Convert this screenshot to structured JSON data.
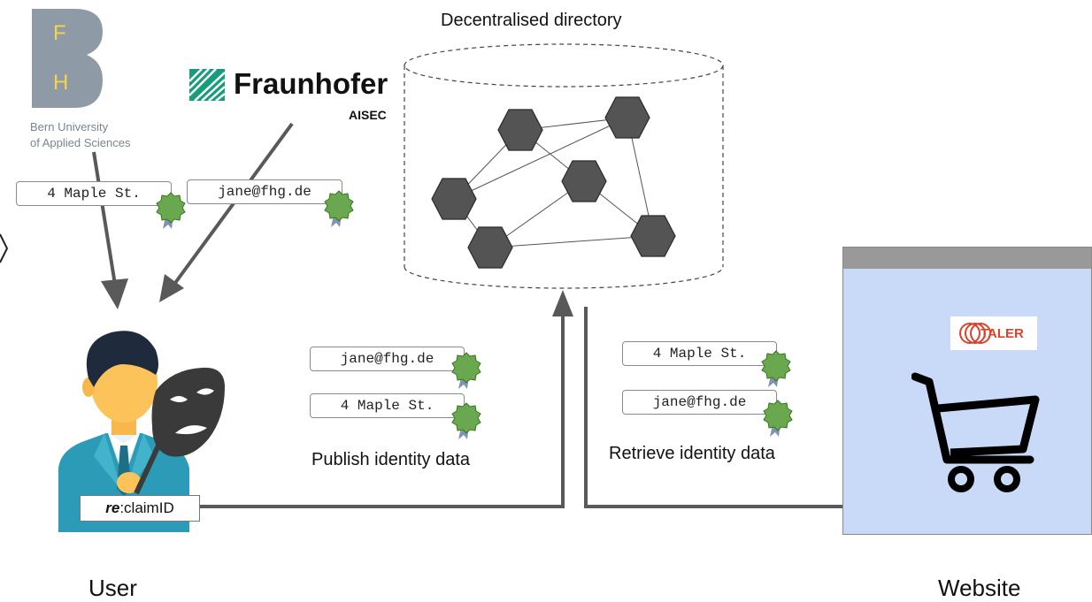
{
  "bfh": {
    "letter_top": "F",
    "letter_bottom": "H",
    "name_line1": "Bern University",
    "name_line2": "of Applied Sciences"
  },
  "fraunhofer": {
    "name": "Fraunhofer",
    "sub": "AISEC"
  },
  "directory": {
    "title": "Decentralised directory"
  },
  "attributes": {
    "issued_address": "4 Maple St.",
    "issued_email": "jane@fhg.de",
    "publish_email": "jane@fhg.de",
    "publish_address": "4 Maple St.",
    "retrieve_address": "4 Maple St.",
    "retrieve_email": "jane@fhg.de"
  },
  "labels": {
    "publish": "Publish identity data",
    "retrieve": "Retrieve identity data",
    "user": "User",
    "website": "Website"
  },
  "reclaim": {
    "prefix": "re",
    "suffix": ":claimID"
  },
  "taler": {
    "name": "TALER"
  },
  "colors": {
    "arrow": "#595959",
    "hexagon": "#545454",
    "website_bg": "#c9daf8",
    "website_bar": "#999999",
    "bfh_grey": "#8e9ba6",
    "bfh_yellow": "#f7d24f",
    "fraunhofer_green": "#179c7d",
    "seal_green": "#6aa84f",
    "taler_red": "#d9432f"
  },
  "icons": [
    "user-avatar-icon",
    "mask-icon",
    "seal-icon",
    "shopping-cart-icon",
    "taler-logo-icon",
    "fraunhofer-logo-icon",
    "bfh-logo-icon"
  ]
}
